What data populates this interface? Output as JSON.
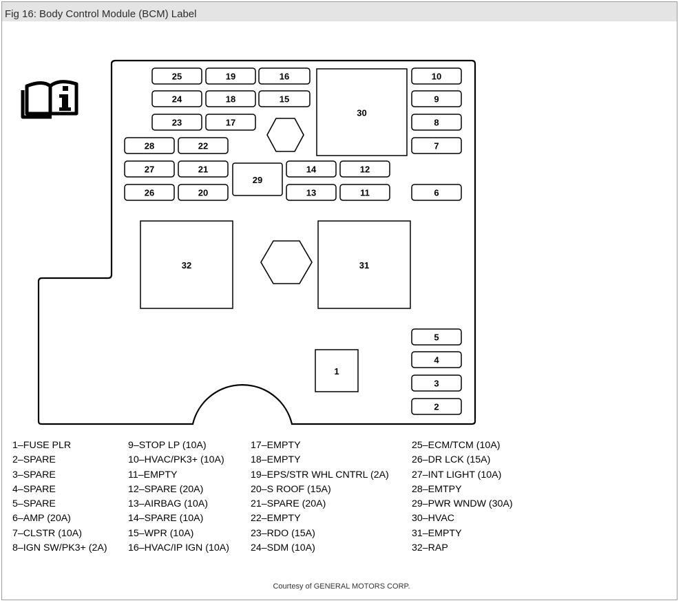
{
  "title": "Fig 16: Body Control Module (BCM) Label",
  "icon": "manual-info-icon",
  "credit": "Courtesy of GENERAL MOTORS CORP.",
  "fuse_labels": [
    "25",
    "19",
    "16",
    "24",
    "18",
    "15",
    "23",
    "17",
    "28",
    "22",
    "27",
    "21",
    "14",
    "12",
    "26",
    "20",
    "13",
    "11",
    "10",
    "9",
    "8",
    "7",
    "6",
    "5",
    "4",
    "3",
    "2"
  ],
  "relay_labels": [
    "30",
    "29",
    "32",
    "31",
    "1"
  ],
  "legend": [
    [
      "1–FUSE PLR",
      "2–SPARE",
      "3–SPARE",
      "4–SPARE",
      "5–SPARE",
      "6–AMP (20A)",
      "7–CLSTR (10A)",
      "8–IGN SW/PK3+ (2A)"
    ],
    [
      "9–STOP LP (10A)",
      "10–HVAC/PK3+ (10A)",
      "11–EMPTY",
      "12–SPARE (20A)",
      "13–AIRBAG (10A)",
      "14–SPARE (10A)",
      "15–WPR (10A)",
      "16–HVAC/IP IGN (10A)"
    ],
    [
      "17–EMPTY",
      "18–EMPTY",
      "19–EPS/STR WHL CNTRL (2A)",
      "20–S ROOF (15A)",
      "21–SPARE (20A)",
      "22–EMPTY",
      "23–RDO (15A)",
      "24–SDM (10A)"
    ],
    [
      "25–ECM/TCM (10A)",
      "26–DR LCK (15A)",
      "27–INT LIGHT (10A)",
      "28–EMTPY",
      "29–PWR WNDW (30A)",
      "30–HVAC",
      "31–EMPTY",
      "32–RAP"
    ]
  ]
}
